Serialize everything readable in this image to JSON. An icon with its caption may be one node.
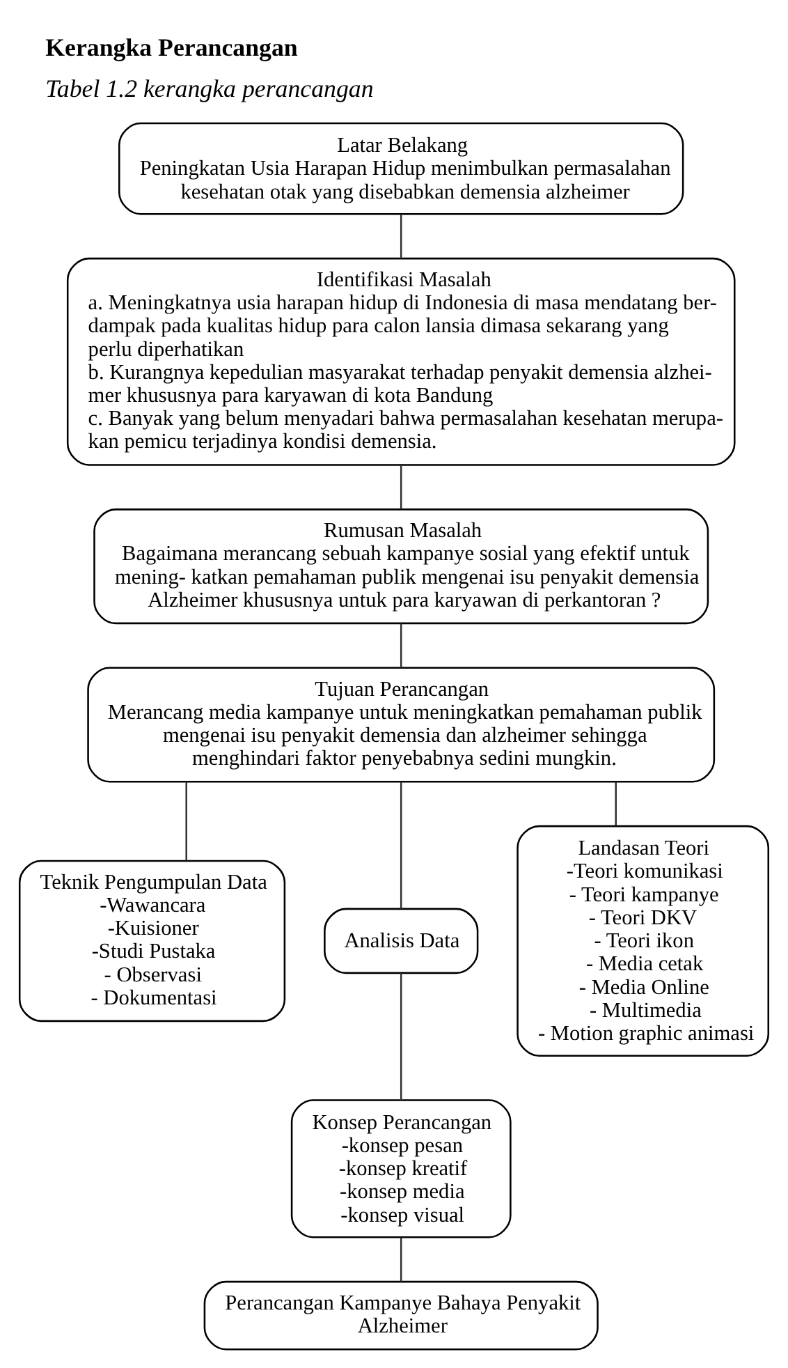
{
  "diagram": {
    "title": "Kerangka Perancangan",
    "caption": "Tabel 1.2 kerangka perancangan",
    "nodes": [
      {
        "text": [
          "Latar Belakang",
          "Peningkatan Usia Harapan Hidup menimbulkan permasalahan kesehatan otak yang disebabkan demensia alzheimer"
        ]
      },
      {
        "text": [
          "Identifikasi Masalah",
          "a. Meningkatnya usia harapan hidup di Indonesia di masa mendatang ber- dampak pada kualitas hidup para calon lansia dimasa sekarang yang perlu diperhatikan",
          "b. Kurangnya kepedulian masyarakat terhadap penyakit demensia alzhei- mer khususnya para karyawan di kota Bandung",
          "c. Banyak yang belum menyadari bahwa permasalahan kesehatan merupa- kan pemicu terjadinya kondisi demensia."
        ]
      },
      {
        "text": [
          "Rumusan Masalah",
          "Bagaimana merancang sebuah kampanye sosial yang efektif untuk mening- katkan pemahaman publik mengenai isu penyakit demensia Alzheimer khususnya untuk para karyawan di perkantoran ?"
        ]
      },
      {
        "text": [
          "Tujuan Perancangan",
          "Merancang media kampanye untuk meningkatkan pemahaman publik mengenai isu penyakit demensia dan alzheimer sehingga menghindari faktor penyebabnya sedini mungkin."
        ]
      },
      {
        "text": [
          "Teknik Pengumpulan Data",
          "-Wawancara",
          "-Kuisioner",
          "-Studi Pustaka",
          "- Observasi",
          "- Dokumentasi"
        ]
      },
      {
        "text": [
          "Landasan Teori",
          "-Teori komunikasi",
          "- Teori kampanye",
          "- Teori DKV",
          "- Teori ikon",
          "- Media cetak",
          "- Media Online",
          "- Multimedia",
          "- Motion graphic animasi"
        ]
      },
      {
        "text": [
          "Analisis Data"
        ]
      },
      {
        "text": [
          "Konsep Perancangan",
          "-konsep pesan",
          "-konsep kreatif",
          "-konsep media",
          "-konsep visual"
        ]
      },
      {
        "text": [
          "Perancangan Kampanye Bahaya Penyakit Alzheimer"
        ]
      }
    ],
    "edges": [
      {
        "from": 0,
        "to": 1,
        "arrow": "none"
      },
      {
        "from": 1,
        "to": 2,
        "arrow": "none"
      },
      {
        "from": 2,
        "to": 3,
        "arrow": "none"
      },
      {
        "from": 3,
        "to": 4,
        "arrow": "none"
      },
      {
        "from": 3,
        "to": 6,
        "arrow": "none"
      },
      {
        "from": 3,
        "to": 5,
        "arrow": "none"
      },
      {
        "from": 6,
        "to": 7,
        "arrow": "none"
      },
      {
        "from": 7,
        "to": 8,
        "arrow": "none"
      }
    ]
  }
}
